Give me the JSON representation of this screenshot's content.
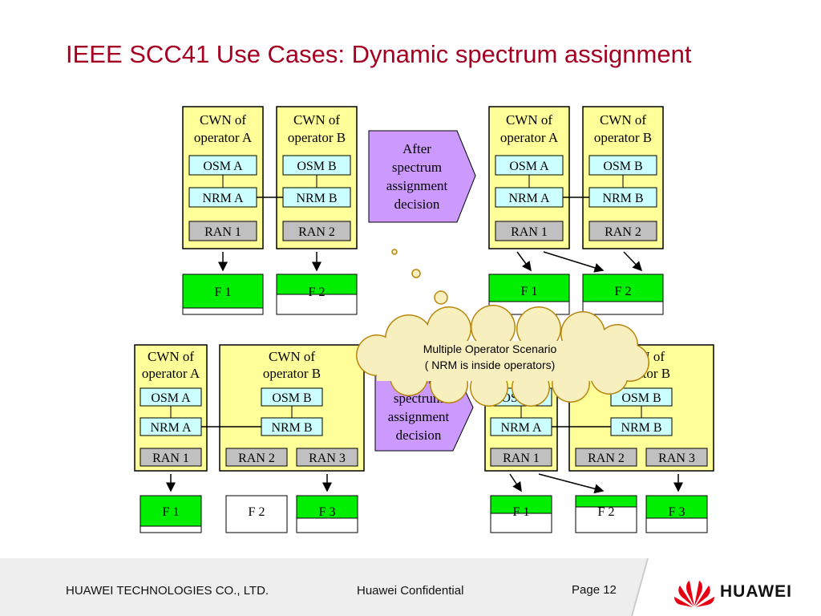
{
  "slide": {
    "title": "IEEE SCC41 Use Cases: Dynamic spectrum assignment"
  },
  "diagram": {
    "cwn_a_l1": "CWN of",
    "cwn_a_l2": "operator A",
    "cwn_b_l1": "CWN of",
    "cwn_b_l2": "operator B",
    "osm_a": "OSM A",
    "osm_b": "OSM B",
    "nrm_a": "NRM A",
    "nrm_b": "NRM B",
    "ran_1": "RAN 1",
    "ran_2": "RAN 2",
    "ran_3": "RAN 3",
    "f1": "F 1",
    "f2": "F 2",
    "f3": "F 3",
    "arrow_l1": "After",
    "arrow_l2": "spectrum",
    "arrow_l3": "assignment",
    "arrow_l4": "decision",
    "cloud_l1": "Multiple Operator Scenario",
    "cloud_l2": "( NRM is inside operators)"
  },
  "footer": {
    "company": "HUAWEI TECHNOLOGIES CO., LTD.",
    "confidential": "Huawei Confidential",
    "page": "Page 12",
    "logo_text": "HUAWEI"
  },
  "colors": {
    "title": "#a50021",
    "cwn_fill": "#ffff99",
    "osm_fill": "#ccffff",
    "ran_fill": "#c0c0c0",
    "freq_green": "#00ee00",
    "arrow_fill": "#cc99ff",
    "cloud_fill": "#f7efbe",
    "logo_red": "#e60012"
  }
}
